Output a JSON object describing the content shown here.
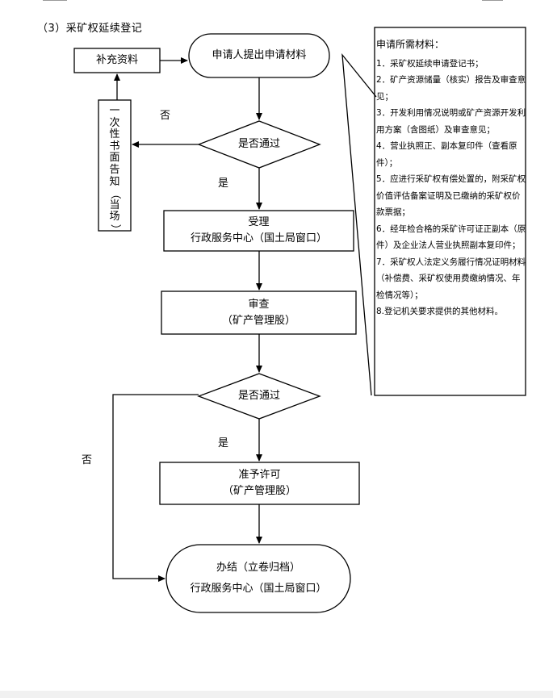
{
  "title": "（3）采矿权延续登记",
  "nodes": {
    "start": "申请人提出申请材料",
    "supplement": "补充资料",
    "notify_chars": [
      "一",
      "次",
      "性",
      "书",
      "面",
      "告",
      "知",
      "（",
      "当",
      "场",
      "）"
    ],
    "check1": "是否通过",
    "accept_line1": "受理",
    "accept_line2": "行政服务中心（国土局窗口）",
    "review_line1": "审查",
    "review_line2": "（矿产管理股）",
    "check2": "是否通过",
    "approve_line1": "准予许可",
    "approve_line2": "（矿产管理股）",
    "finish_line1": "办结（立卷归档）",
    "finish_line2": "行政服务中心（国土局窗口）"
  },
  "labels": {
    "no1": "否",
    "yes1": "是",
    "yes2": "是",
    "no2": "否"
  },
  "materials": {
    "heading": "申请所需材料：",
    "items": [
      "1．采矿权延续申请登记书；",
      "2．矿产资源储量（核实）报告及审查意见；",
      "3．开发利用情况说明或矿产资源开发利用方案（含图纸）及审查意见；",
      "4．营业执照正、副本复印件（查看原件）；",
      "5．应进行采矿权有偿处置的，附采矿权价值评估备案证明及已缴纳的采矿权价款票据；",
      "6．经年检合格的采矿许可证正副本（原件）及企业法人营业执照副本复印件；",
      "7．采矿权人法定义务履行情况证明材料（补偿费、采矿权使用费缴纳情况、年检情况等）；",
      "8.登记机关要求提供的其他材料。"
    ]
  }
}
